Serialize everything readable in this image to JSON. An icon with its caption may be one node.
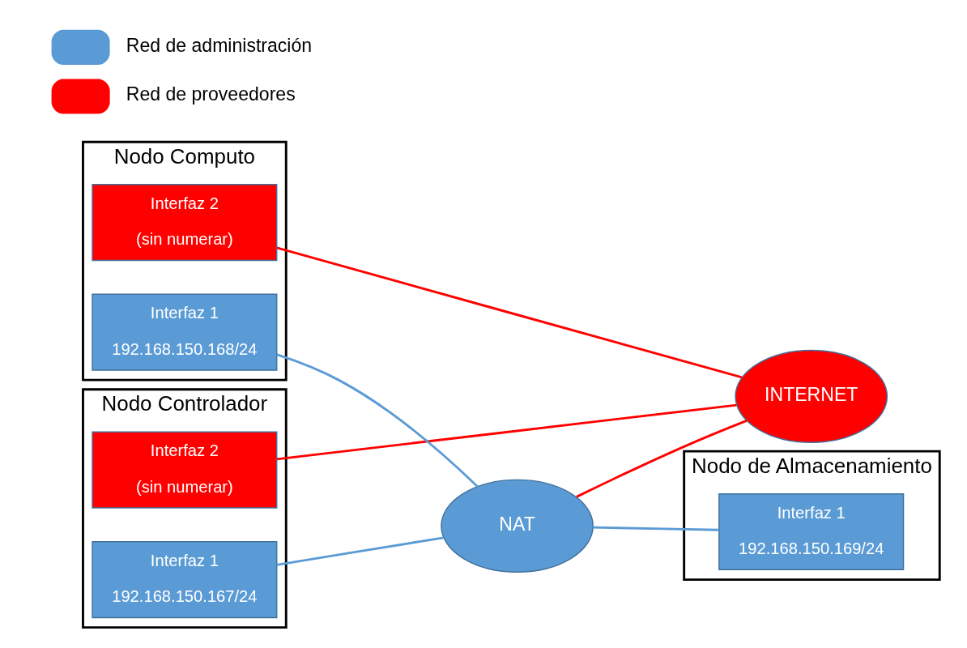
{
  "diagram": {
    "nodes": [
      {
        "text": [
          "Nodo Controlador"
        ]
      },
      {
        "text": [
          "Interfaz 1",
          "192.168.150.167/24"
        ],
        "in": 0
      },
      {
        "text": [
          "Interfaz 2",
          "(sin numerar)"
        ],
        "in": 0
      },
      {
        "text": [
          "Nodo de Almacenamiento"
        ]
      },
      {
        "text": [
          "Interfaz 1",
          "192.168.150.169/24"
        ],
        "in": 3
      },
      {
        "text": [
          "NAT"
        ]
      },
      {
        "text": [
          "Nodo Computo"
        ]
      },
      {
        "text": [
          "Interfaz 1",
          "192.168.150.168/24"
        ],
        "in": 6
      },
      {
        "text": [
          "Interfaz 2",
          "(sin numerar)"
        ],
        "in": 6
      },
      {
        "text": [
          "INTERNET"
        ]
      }
    ],
    "edges": [
      {
        "from": 1,
        "to": 5,
        "arrow": "none",
        "color": "#5b9bd5"
      },
      {
        "from": 2,
        "to": 9,
        "arrow": "none",
        "color": "#ff0000"
      },
      {
        "from": 5,
        "to": 4,
        "arrow": "none",
        "color": "#5b9bd5"
      },
      {
        "from": 7,
        "to": 5,
        "arrow": "none",
        "color": "#5b9bd5"
      },
      {
        "from": 5,
        "to": 9,
        "arrow": "none",
        "color": "#ff0000"
      },
      {
        "from": 8,
        "to": 9,
        "arrow": "none",
        "color": "#ff0000"
      }
    ],
    "legend": [
      {
        "text": "Red de administración",
        "color": "#5b9bd5"
      },
      {
        "text": "Red de proveedores",
        "color": "#ff0000"
      }
    ]
  }
}
